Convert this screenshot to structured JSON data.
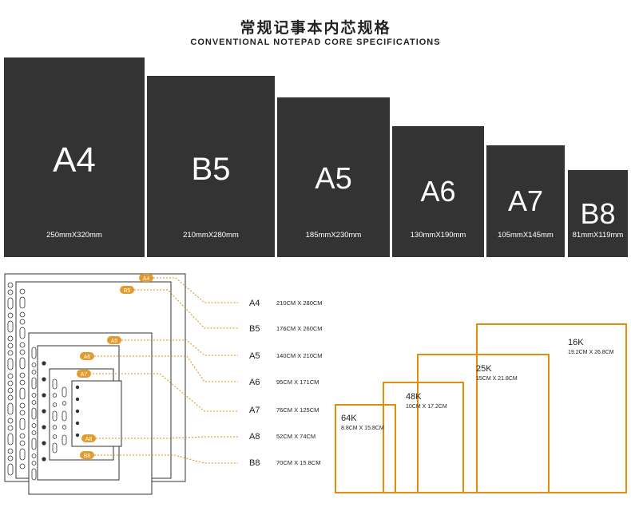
{
  "header": {
    "title_cn": "常规记事本内芯规格",
    "title_en": "CONVENTIONAL NOTEPAD CORE SPECIFICATIONS"
  },
  "cards": [
    {
      "label": "A4",
      "dims": "250mmX320mm"
    },
    {
      "label": "B5",
      "dims": "210mmX280mm"
    },
    {
      "label": "A5",
      "dims": "185mmX230mm"
    },
    {
      "label": "A6",
      "dims": "130mmX190mm"
    },
    {
      "label": "A7",
      "dims": "105mmX145mm"
    },
    {
      "label": "B8",
      "dims": "81mmX119mm"
    }
  ],
  "binder_specs": [
    {
      "tag": "A4",
      "label": "A4",
      "dims": "210CM X 280CM"
    },
    {
      "tag": "B5",
      "label": "B5",
      "dims": "176CM X 260CM"
    },
    {
      "tag": "A5",
      "label": "A5",
      "dims": "140CM X 210CM"
    },
    {
      "tag": "A6",
      "label": "A6",
      "dims": "95CM X 171CM"
    },
    {
      "tag": "A7",
      "label": "A7",
      "dims": "76CM X 125CM"
    },
    {
      "tag": "A8",
      "label": "A8",
      "dims": "52CM X 74CM"
    },
    {
      "tag": "B8",
      "label": "B8",
      "dims": "70CM X 15.8CM"
    }
  ],
  "open_sizes": [
    {
      "label": "64K",
      "dims": "8.8CM X 15.8CM"
    },
    {
      "label": "48K",
      "dims": "10CM X 17.2CM"
    },
    {
      "label": "25K",
      "dims": "15CM X 21.8CM"
    },
    {
      "label": "16K",
      "dims": "19.2CM X 26.8CM"
    }
  ],
  "colors": {
    "card": "#333333",
    "accent": "#e59a2c",
    "outline": "#e08e0b"
  }
}
